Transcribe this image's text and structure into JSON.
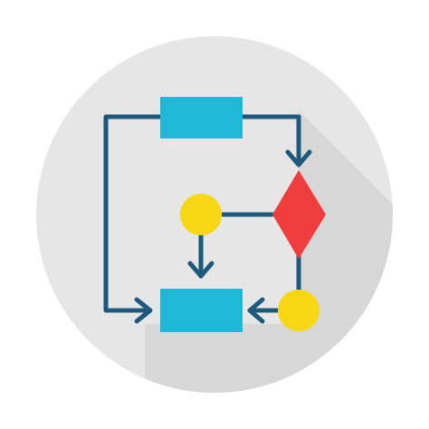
{
  "icon": {
    "name": "flowchart-icon",
    "colors": {
      "page_background": "#ffffff",
      "circle_fill": "#e6e6e6",
      "long_shadow": "#d7d7d7",
      "connector": "#1f5a7c",
      "process_box": "#1fb8d9",
      "decision_diamond": "#f03e3e",
      "terminal_circle": "#f7d714"
    },
    "nodes": [
      {
        "id": "process-top",
        "shape": "rectangle"
      },
      {
        "id": "decision",
        "shape": "diamond"
      },
      {
        "id": "terminal-left",
        "shape": "circle"
      },
      {
        "id": "terminal-bottom-right",
        "shape": "circle"
      },
      {
        "id": "process-bottom",
        "shape": "rectangle"
      }
    ],
    "edges": [
      {
        "from": "process-top",
        "to": "decision",
        "arrow": true
      },
      {
        "from": "process-top",
        "to": "process-bottom",
        "arrow": true
      },
      {
        "from": "decision",
        "to": "terminal-left",
        "arrow": false
      },
      {
        "from": "terminal-left",
        "to": "process-bottom",
        "arrow": true
      },
      {
        "from": "decision",
        "to": "terminal-bottom-right",
        "arrow": false
      },
      {
        "from": "terminal-bottom-right",
        "to": "process-bottom",
        "arrow": true
      }
    ]
  }
}
